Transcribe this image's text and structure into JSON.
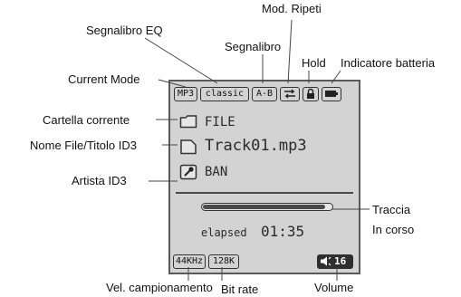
{
  "labels": {
    "mod_ripeti": "Mod. Ripeti",
    "segnalibro_eq": "Segnalibro EQ",
    "segnalibro": "Segnalibro",
    "hold": "Hold",
    "indicatore_batteria": "Indicatore batteria",
    "current_mode": "Current Mode",
    "cartella_corrente": "Cartella corrente",
    "nome_file": "Nome File/Titolo ID3",
    "artista": "Artista ID3",
    "traccia": "Traccia",
    "in_corso": "In corso",
    "vel_campionamento": "Vel. campionamento",
    "bit_rate": "Bit rate",
    "volume": "Volume"
  },
  "screen": {
    "mode_badge": "MP3",
    "eq_badge": "classic",
    "ab_badge": "A-B",
    "folder_name": "FILE",
    "file_name": "Track01.mp3",
    "artist_name": "BAN",
    "elapsed_label": "elapsed",
    "elapsed_time": "01:35",
    "sample_rate": "44KHz",
    "bit_rate": "128K",
    "volume_level": "16",
    "progress": 0.95
  },
  "icons": {
    "repeat": "repeat-icon",
    "hold": "lock-icon",
    "battery": "battery-icon",
    "folder": "folder-icon",
    "file": "file-icon",
    "artist": "microphone-icon",
    "volume": "speaker-icon"
  }
}
